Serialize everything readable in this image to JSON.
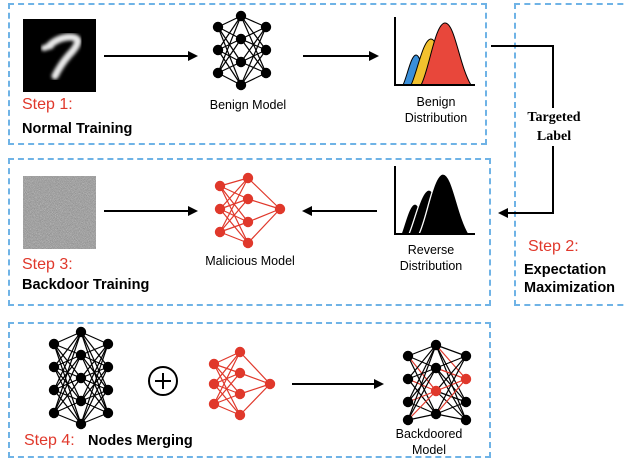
{
  "steps": {
    "step1": {
      "title": "Step 1:",
      "desc": "Normal Training"
    },
    "step2": {
      "title": "Step 2:",
      "desc_line1": "Expectation",
      "desc_line2": "Maximization"
    },
    "step3": {
      "title": "Step 3:",
      "desc": "Backdoor  Training"
    },
    "step4": {
      "title": "Step 4:",
      "desc": "Nodes Merging"
    }
  },
  "captions": {
    "benign_model": "Benign Model",
    "benign_dist_line1": "Benign",
    "benign_dist_line2": "Distribution",
    "malicious_model": "Malicious Model",
    "reverse_dist_line1": "Reverse",
    "reverse_dist_line2": "Distribution",
    "backdoored_line1": "Backdoored",
    "backdoored_line2": "Model",
    "targeted_line1": "Targeted",
    "targeted_line2": "Label",
    "mnist_digit": "7"
  },
  "colors": {
    "box_border": "#6fb3e6",
    "step_red": "#e0382b",
    "benign_node": "#000000",
    "malicious_node": "#e0382b",
    "dist_blue": "#3a8fd9",
    "dist_yellow": "#f2c12e",
    "dist_red": "#e8473b"
  },
  "icons": [
    "mnist-digit-image",
    "noise-image",
    "neural-network-icon",
    "distribution-chart-icon",
    "plus-circle-icon",
    "arrow-icon"
  ]
}
